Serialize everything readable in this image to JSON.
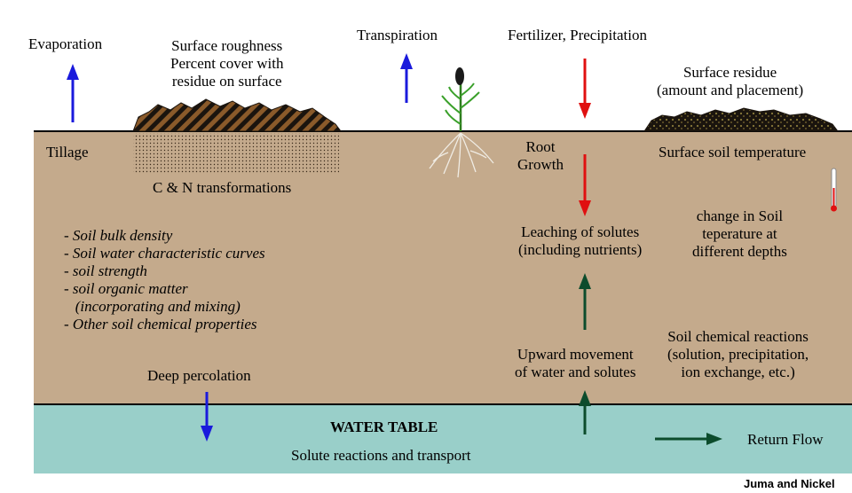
{
  "labels": {
    "evaporation": "Evaporation",
    "surface_roughness": [
      "Surface roughness",
      "Percent cover with",
      "residue on surface"
    ],
    "transpiration": "Transpiration",
    "fertilizer": "Fertilizer, Precipitation",
    "surface_residue": [
      "Surface residue",
      "(amount and placement)"
    ],
    "tillage": "Tillage",
    "cn_transformations": "C & N transformations",
    "root_growth": [
      "Root",
      "Growth"
    ],
    "surface_soil_temp": "Surface soil temperature",
    "soil_properties": [
      "- Soil bulk density",
      "- Soil water characteristic curves",
      "- soil strength",
      "- soil organic matter",
      "   (incorporating and mixing)",
      "- Other soil chemical properties"
    ],
    "leaching": [
      "Leaching of solutes",
      "(including nutrients)"
    ],
    "change_soil_temp": [
      "change in Soil",
      "teperature at",
      "different depths"
    ],
    "upward_movement": [
      "Upward movement",
      "of water and solutes"
    ],
    "soil_chem_reactions": [
      "Soil chemical reactions",
      "(solution, precipitation,",
      "ion exchange, etc.)"
    ],
    "deep_percolation": "Deep percolation",
    "water_table": "WATER TABLE",
    "solute_reactions": "Solute reactions and transport",
    "return_flow": "Return Flow",
    "credit": "Juma and Nickel"
  },
  "colors": {
    "soil": "#c4aa8c",
    "water": "#99cfc9",
    "blue_arrow": "#1a1adc",
    "red_arrow": "#e01010",
    "green_arrow": "#0c4c2c",
    "residue_dark": "#1a140e",
    "residue_light": "#8a5a2a"
  }
}
